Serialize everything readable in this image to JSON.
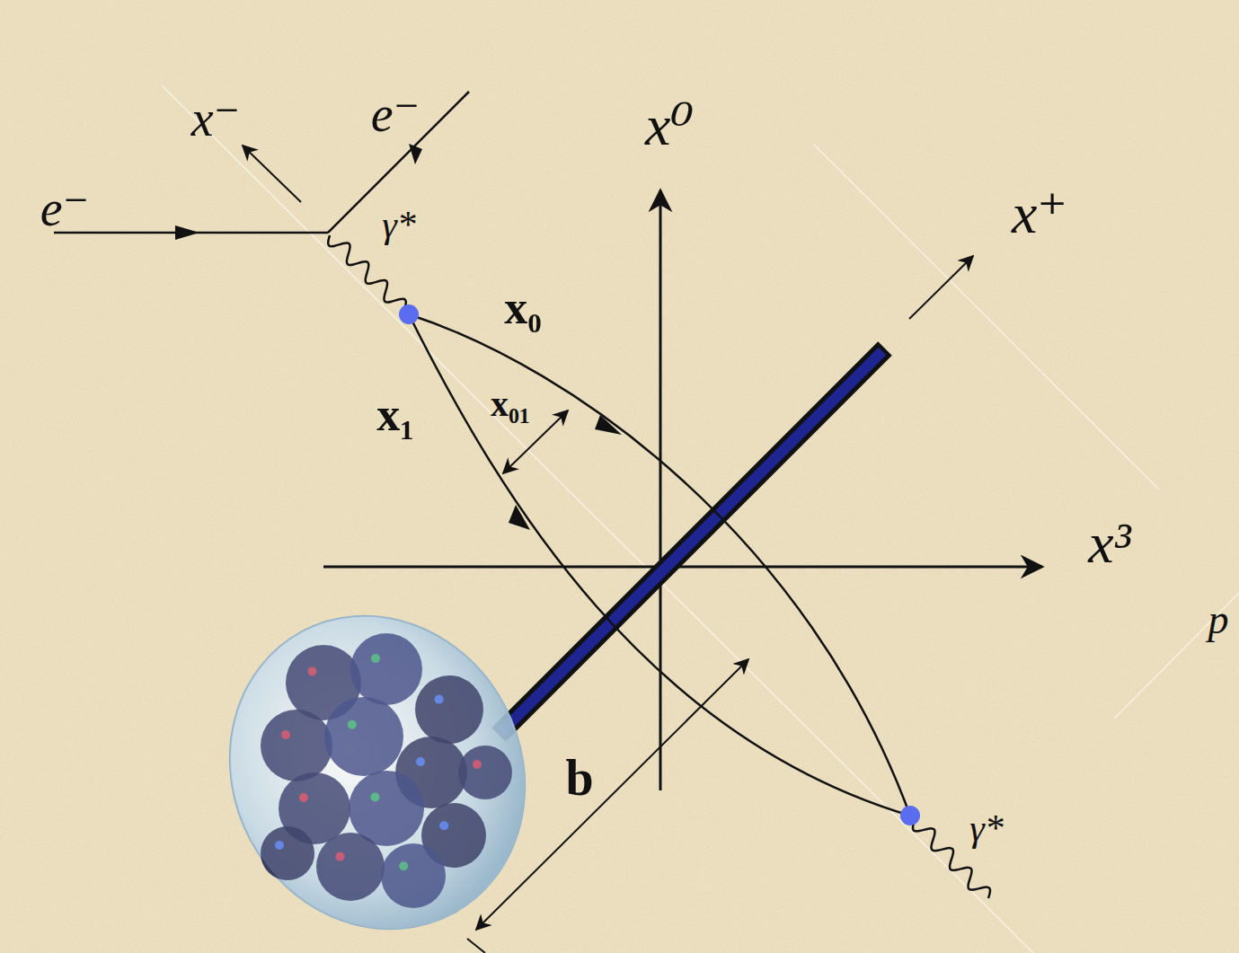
{
  "diagram": {
    "labels": [
      "e⁻",
      "x⁻",
      "e⁻",
      "γ*",
      "x⁰",
      "x⁺",
      "x₀",
      "x₁",
      "x₀₁",
      "x³",
      "p",
      "b",
      "γ*"
    ]
  }
}
